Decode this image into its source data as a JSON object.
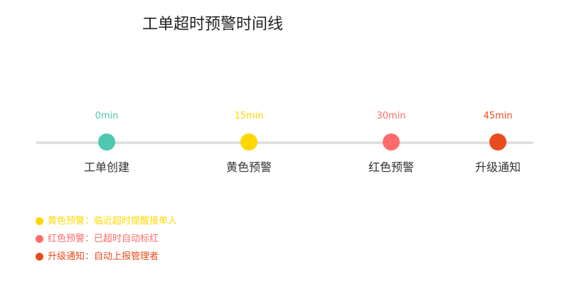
{
  "title": "工单超时预警时间线",
  "colors": {
    "track": "#e0e0e0",
    "create": "#4cc9b0",
    "yellow": "#ffd700",
    "red": "#ff6b6b",
    "escalate": "#e84c1c"
  },
  "stages": [
    {
      "time": "0min",
      "label": "工单创建",
      "color": "#4cc9b0"
    },
    {
      "time": "15min",
      "label": "黄色预警",
      "color": "#ffd700"
    },
    {
      "time": "30min",
      "label": "红色预警",
      "color": "#ff6b6b"
    },
    {
      "time": "45min",
      "label": "升级通知",
      "color": "#e84c1c"
    }
  ],
  "notes": [
    {
      "text": "黄色预警：临近超时提醒接单人",
      "color": "#ffd700"
    },
    {
      "text": "红色预警：已超时自动标红",
      "color": "#ff6b6b"
    },
    {
      "text": "升级通知：自动上报管理者",
      "color": "#e84c1c"
    }
  ]
}
